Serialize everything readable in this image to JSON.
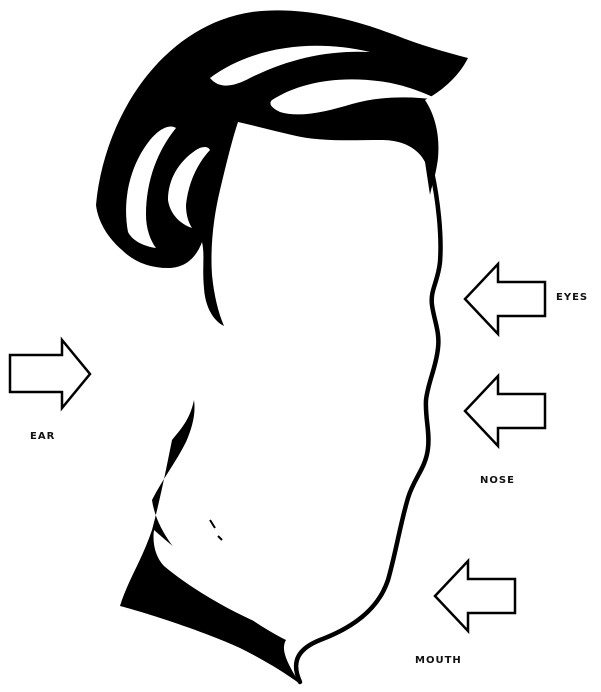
{
  "labels": {
    "ear": "EAR",
    "eyes": "EYES",
    "nose": "NOSE",
    "mouth": "MOUTH"
  },
  "colors": {
    "ink": "#000000",
    "paper": "#ffffff"
  },
  "icons": {
    "arrow_right": "arrow-right-outline-icon",
    "arrow_left": "arrow-left-outline-icon"
  }
}
